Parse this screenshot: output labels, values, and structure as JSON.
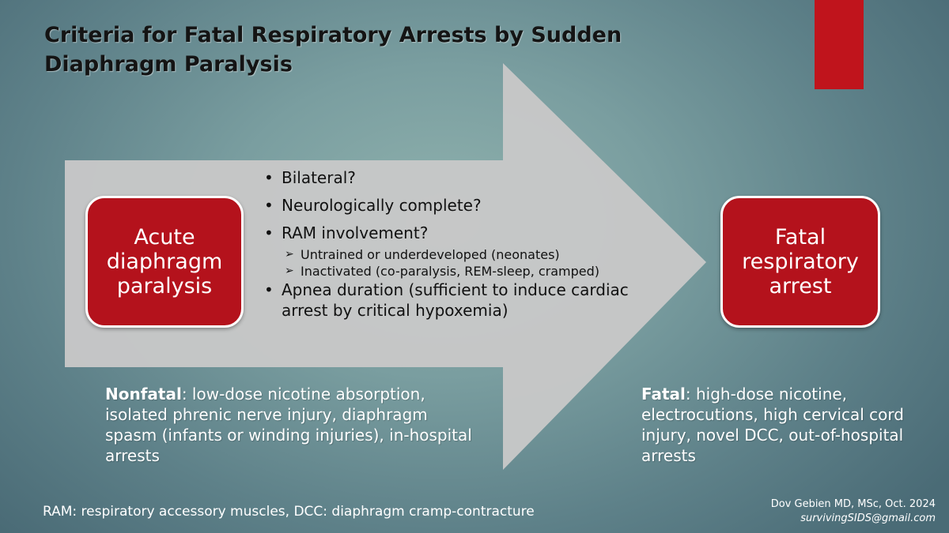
{
  "title": "Criteria for Fatal Respiratory Arrests by Sudden Diaphragm Paralysis",
  "left_box": {
    "label": "Acute diaphragm paralysis"
  },
  "right_box": {
    "label": "Fatal respiratory arrest"
  },
  "criteria": [
    {
      "text": "Bilateral?"
    },
    {
      "text": "Neurologically complete?"
    },
    {
      "text": "RAM involvement?",
      "sub": [
        "Untrained or underdeveloped (neonates)",
        "Inactivated (co-paralysis, REM-sleep, cramped)"
      ]
    },
    {
      "text": "Apnea duration (sufficient to induce cardiac arrest by critical hypoxemia)"
    }
  ],
  "nonfatal": {
    "label": "Nonfatal",
    "text": ": low-dose nicotine absorption, isolated phrenic nerve injury, diaphragm spasm (infants or winding injuries), in-hospital arrests"
  },
  "fatal": {
    "label": "Fatal",
    "text": ": high-dose nicotine, electrocutions, high cervical cord injury, novel DCC, out-of-hospital arrests"
  },
  "footnote": "RAM: respiratory accessory muscles, DCC: diaphragm cramp-contracture",
  "credit": {
    "author": "Dov Gebien MD, MSc, Oct. 2024",
    "email": "survivingSIDS@gmail.com"
  },
  "colors": {
    "accent_red": "#b4121c",
    "tab_red": "#c0141c",
    "arrow": "#c8c8c8",
    "text_dark": "#141414",
    "text_light": "#ffffff"
  }
}
